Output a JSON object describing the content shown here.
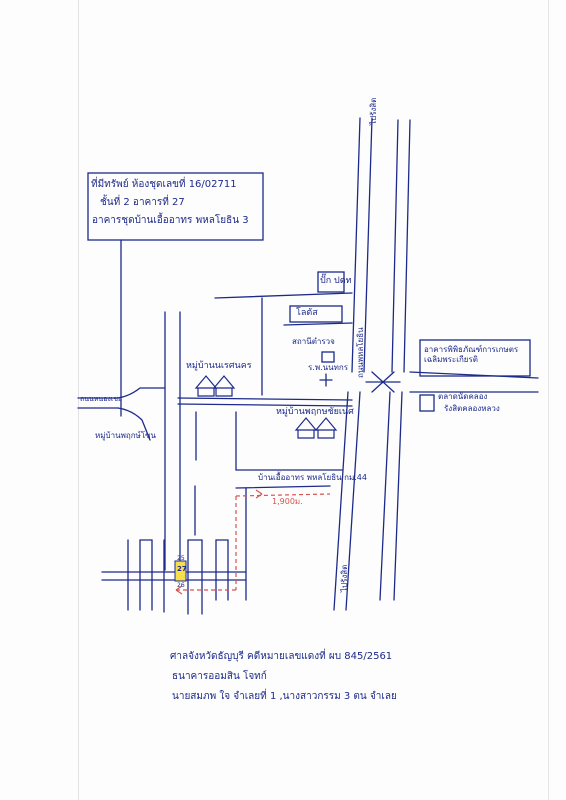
{
  "header_box": {
    "line1": "ที่มีทรัพย์ ห้องชุดเลขที่ 16/02711",
    "line2": "ชั้นที่ 2 อาคารที่ 27",
    "line3": "อาคารชุดบ้านเอื้ออาทร พหลโยธิน 3"
  },
  "labels": {
    "road_top": "ไปรังสิต",
    "road_bottom": "ไปรังสิต",
    "road_left": "ถนนหนองเชย",
    "road_main": "ถนนพหลโยธิน",
    "ptt": "ปั๊ก ปตท",
    "lotus": "โลตัส",
    "police": "สถานีตำรวจ",
    "hospital": "ร.พ.นนทกร",
    "village1": "หมู่บ้านนเรศนคร",
    "village2": "หมู่บ้านพฤกษชัยเนศ",
    "village3": "หมู่บ้านพฤกษ์โซน",
    "project": "บ้านเอื้ออาทร พหลโยธิน กม.44",
    "distance": "1,900ม.",
    "building_no": "27",
    "bldg_tag1": "25",
    "bldg_tag2": "26",
    "office": "อาคารพิพิธภัณฑ์การเกษตรเฉลิมพระเกียรติ",
    "temple_line1": "ตลาดนัดคลอง",
    "temple_line2": "รังสิตคลองหลวง"
  },
  "footer": {
    "line1": "ศาลจังหวัดธัญบุรี  คดีหมายเลขแดงที่ ผบ 845/2561",
    "line2": "ธนาคารออมสิน    โจทก์",
    "line3": "นายสมภพ ใจ   จำเลยที่ 1 ,นางสาวกรรม 3 ตน   จำเลย"
  },
  "colors": {
    "ink": "#1d2a8a",
    "route": "#d9534f",
    "paper": "#fdfdfd"
  }
}
